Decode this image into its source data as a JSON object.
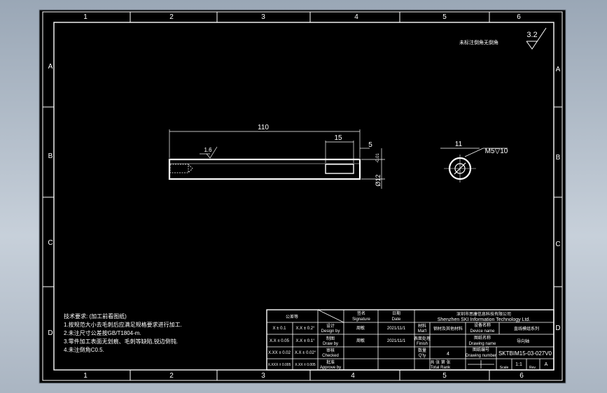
{
  "colors": {
    "paper": "#000000",
    "line": "#ffffff",
    "background": "#aeb9c5"
  },
  "grid": {
    "columns": [
      "1",
      "2",
      "3",
      "4",
      "5",
      "6"
    ],
    "rows": [
      "A",
      "B",
      "C",
      "D"
    ]
  },
  "top_note": "未标注倒角无倒角",
  "roughness_symbol": "3.2",
  "main_view": {
    "dims": {
      "length": "110",
      "slot_length": "15",
      "slot_offset": "5",
      "diameter": "Ø12",
      "tolerance": "-0.01"
    },
    "roughness": "1.6"
  },
  "side_view": {
    "dims": {
      "width": "11",
      "thread": "M5▽10"
    }
  },
  "tech_req": {
    "title": "技术要求: (加工前看图纸)",
    "lines": [
      "1.按规范大小去毛刺后应满足规格要求进行加工.",
      "2.未注尺寸公差按GB/T1804-m.",
      "3.零件加工表面无划痕、毛刺等缺陷,锐边倒钝.",
      "4.未注倒角C0.5."
    ]
  },
  "title_block": {
    "header_col1": "公差等",
    "sign_label": "签名",
    "sign_en": "Signature",
    "date_label": "日期",
    "date_en": "Date",
    "company_cn": "深圳市思康信息科技有限公司",
    "company_en": "Shenzhen SKI Information Technology Ltd.",
    "rows": [
      {
        "a": "X ± 0.1",
        "b": "X.X ± 0.2°",
        "role": "Design by",
        "role_cn": "设计",
        "name": "周敏",
        "date": "2021/11/1"
      },
      {
        "a": "X.X ± 0.05",
        "b": "X.X ± 0.1°",
        "role": "Draw by",
        "role_cn": "制图",
        "name": "周敏",
        "date": "2021/11/1"
      },
      {
        "a": "X.XX ± 0.02",
        "b": "X.X ± 0.02°",
        "role": "Checked",
        "role_cn": "审核",
        "name": "",
        "date": ""
      },
      {
        "a": "X.XXX ± 0.005",
        "b": "X.XX ± 0.005",
        "role": "Approve by",
        "role_cn": "批准",
        "name": "",
        "date": ""
      }
    ],
    "material_label": "材料",
    "material_en": "Mat'l",
    "material_value": "钢材及其他材料",
    "device_label": "设备名称",
    "device_en": "Device name",
    "device_value": "直线模组系列",
    "drawing_label": "图纸名称",
    "drawing_en": "Drawing name",
    "drawing_value": "导向轴",
    "finish_label": "表面处理",
    "finish_en": "Finish",
    "qty_label": "数量",
    "qty_en": "Q'ty",
    "qty_value": "4",
    "number_label": "图纸编号",
    "number_en": "Drawing number",
    "number_value": "SKTBIM15-03-027V0",
    "total_label": "共 张 第 张",
    "total_en": "Total  Rank",
    "scale_label": "Scale",
    "scale_value": "1:1",
    "rev_label": "Rev.",
    "rev_value": "A"
  }
}
